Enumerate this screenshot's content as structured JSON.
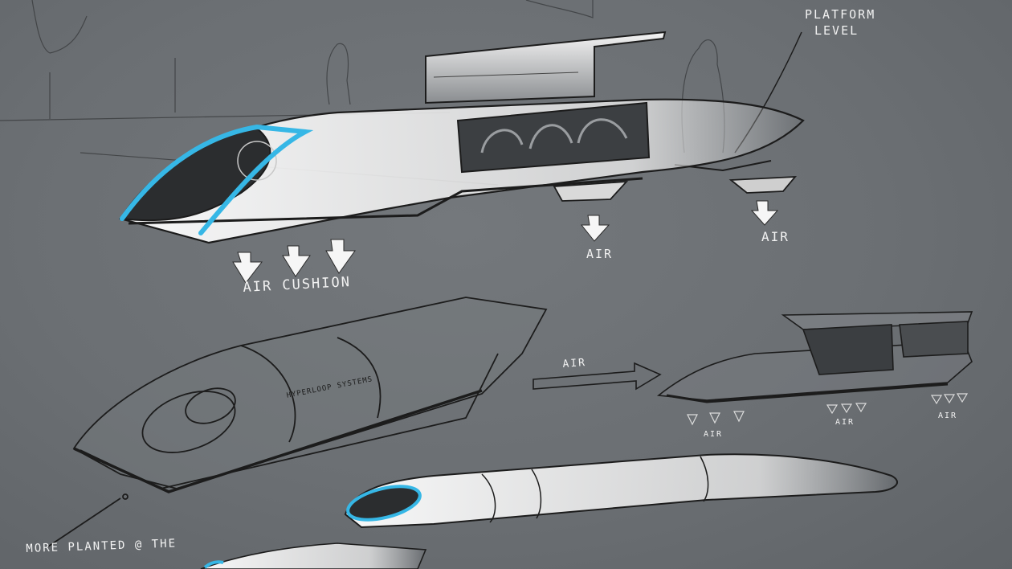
{
  "labels": {
    "platform_level_line1": "PLATFORM",
    "platform_level_line2": "LEVEL",
    "air_cushion": "AIR CUSHION",
    "air_main_1": "AIR",
    "air_main_2": "AIR",
    "air_arrow": "AIR",
    "air_small_1": "AIR",
    "air_small_2": "AIR",
    "air_small_3": "AIR",
    "brand": "HYPERLOOP SYSTEMS",
    "note": "MORE PLANTED @ THE"
  },
  "colors": {
    "background": "#6c7074",
    "sketch_line": "#1c1c1c",
    "highlight": "#f2f2f2",
    "accent_blue": "#36b7e6"
  }
}
